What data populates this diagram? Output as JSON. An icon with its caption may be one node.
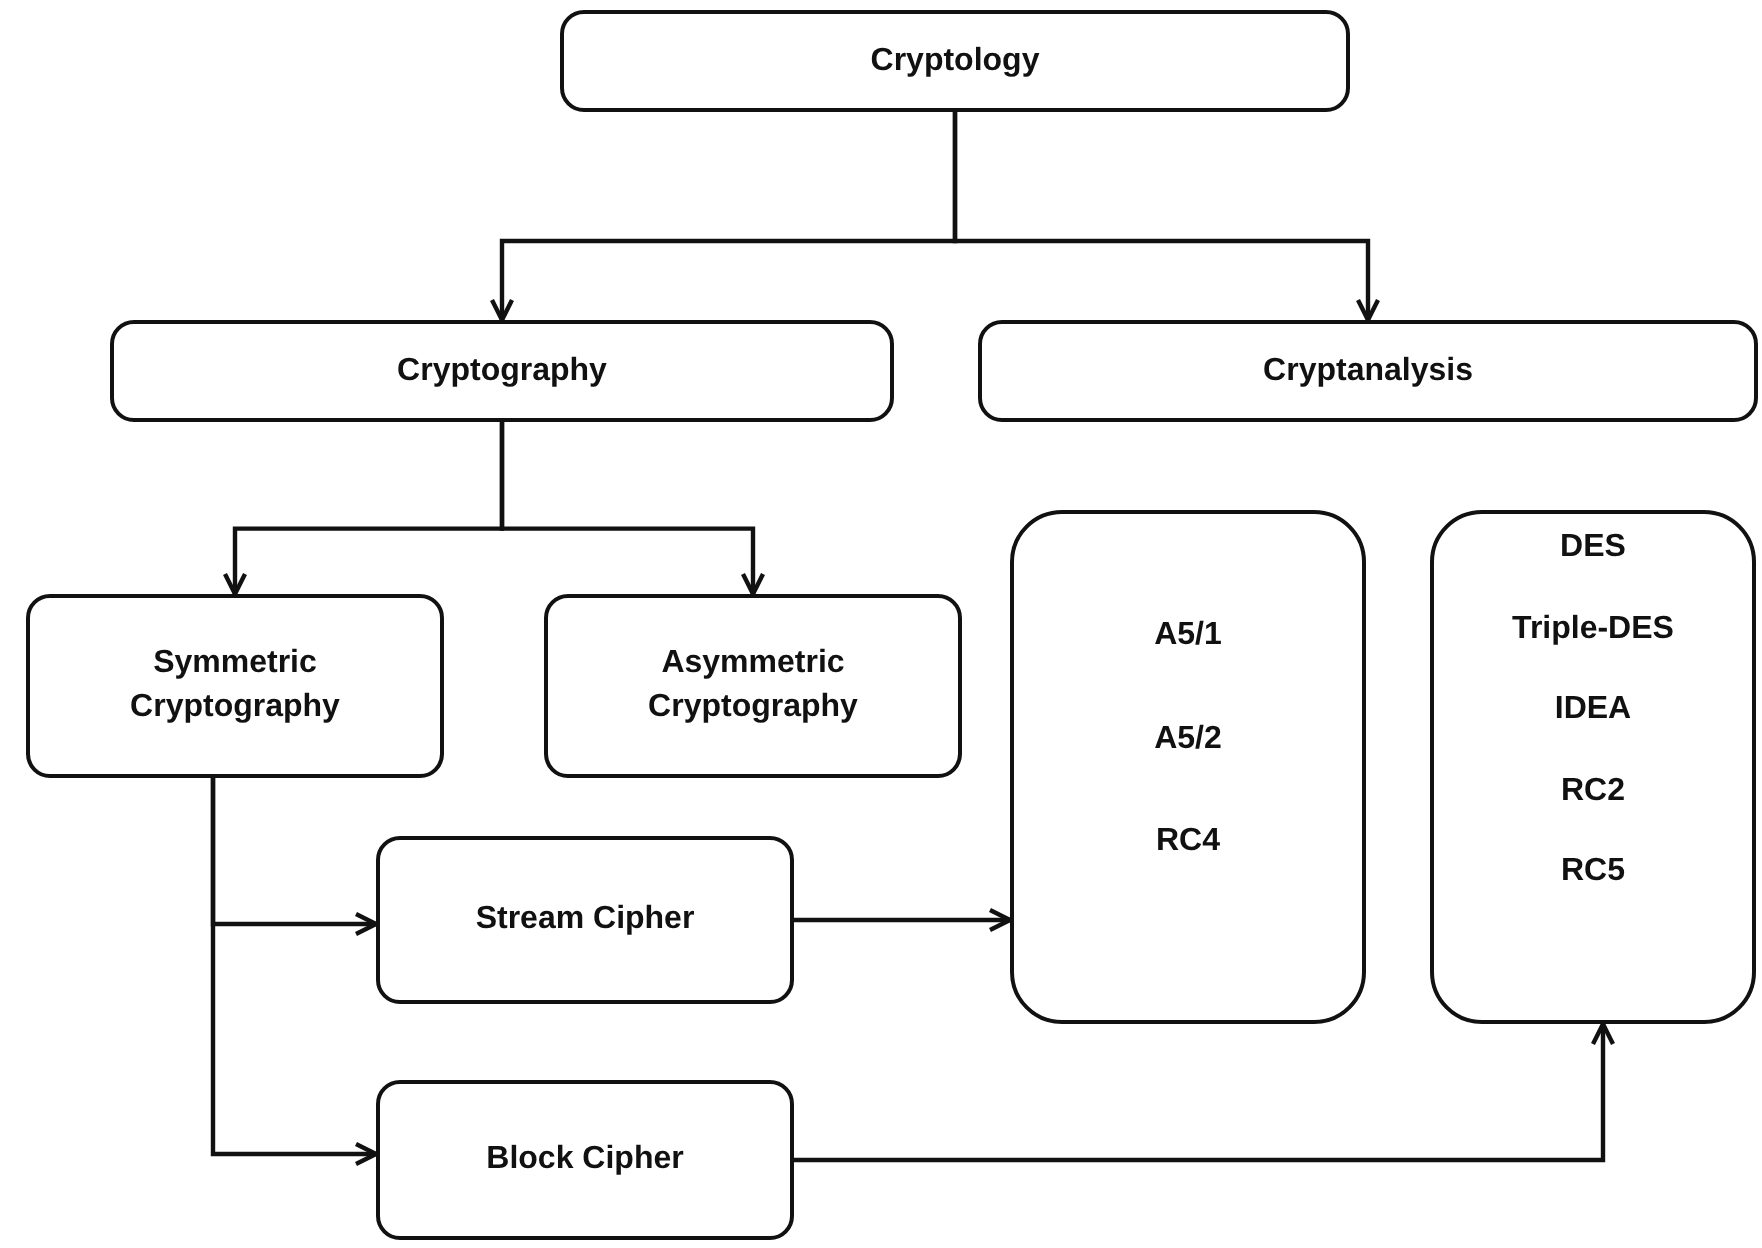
{
  "diagram": {
    "nodes": [
      {
        "text": [
          "Cryptology"
        ]
      },
      {
        "text": [
          "Cryptography"
        ]
      },
      {
        "text": [
          "Cryptanalysis"
        ]
      },
      {
        "text": [
          "Symmetric Cryptography"
        ]
      },
      {
        "text": [
          "Asymmetric Cryptography"
        ]
      },
      {
        "text": [
          "Stream Cipher"
        ]
      },
      {
        "text": [
          "Block Cipher"
        ]
      },
      {
        "text": [
          "A5/1",
          "A5/2",
          "RC4"
        ]
      },
      {
        "text": [
          "DES",
          "Triple-DES",
          "IDEA",
          "RC2",
          "RC5"
        ]
      }
    ],
    "edges": [
      {
        "from": 0,
        "to": 1,
        "arrow": "to"
      },
      {
        "from": 0,
        "to": 2,
        "arrow": "to"
      },
      {
        "from": 1,
        "to": 3,
        "arrow": "to"
      },
      {
        "from": 1,
        "to": 4,
        "arrow": "to"
      },
      {
        "from": 3,
        "to": 5,
        "arrow": "to"
      },
      {
        "from": 3,
        "to": 6,
        "arrow": "to"
      },
      {
        "from": 5,
        "to": 7,
        "arrow": "to"
      },
      {
        "from": 6,
        "to": 8,
        "arrow": "to"
      }
    ]
  }
}
